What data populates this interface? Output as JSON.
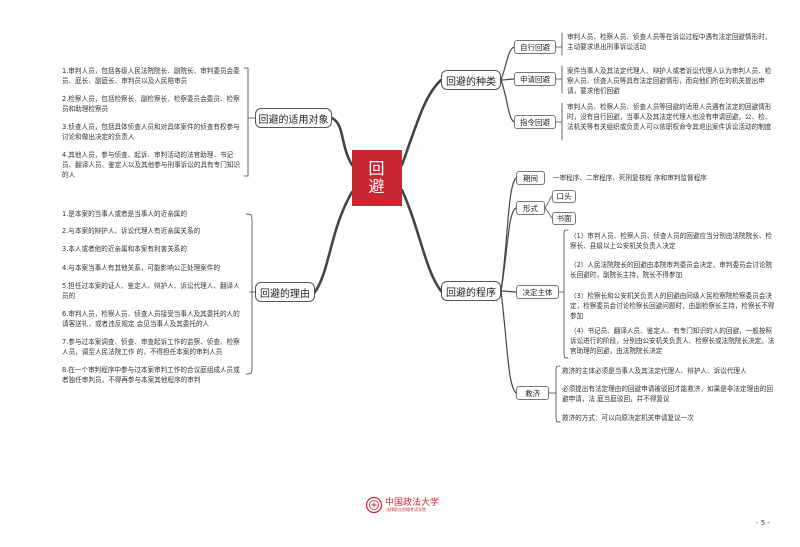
{
  "center": {
    "line1": "回",
    "line2": "避"
  },
  "branches": {
    "types": {
      "label": "回避的种类",
      "items": [
        {
          "label": "自行回避",
          "desc": "审判人员、检察人员、侦查人员等在诉讼过程中遇有法定回避情形时，主动要求退出刑事诉讼活动"
        },
        {
          "label": "申请回避",
          "desc": "案件当事人及其法定代理人、辩护人或者诉讼代理人认为审判人员、检察人员、侦查人员等具有法定回避情形，而向他们所在的机关提出申请，要求他们回避"
        },
        {
          "label": "指令回避",
          "desc": "审判人员、检察人员、侦查人员等回避的适用人员遇有法定的回避情形时，没有自行回避，当事人及其法定代理人也没有申请回避，公、检、法机关等有关组织或负责人可以依职权命令其退出案件诉讼活动的制度"
        }
      ]
    },
    "scope": {
      "label": "回避的适用对象",
      "items": [
        "1.审判人员，包括各级人民法院院长、副院长、审判委员会委员、庭长、副庭长、审判员以及人民陪审员",
        "2.检察人员，包括检察长、副检察长、检察委员会委员、检察员和助理检察员",
        "3.侦查人员，包括具体侦查人员和对具体案件的侦查有权参与讨论和做出决定的负责人",
        "4.其他人员，参与侦查、起诉、审判活动的法官助理、书记员、翻译人员、鉴定人以及其他参与刑事诉讼的具有专门知识的人"
      ]
    },
    "reasons": {
      "label": "回避的理由",
      "items": [
        "1.是本案的当事人或者是当事人的近亲属的",
        "2.与本案的辩护人、诉讼代理人有近亲属关系的",
        "3.本人或者他的近亲属和本案有利害关系的",
        "4.与本案当事人有其他关系，可能影响公正处理案件的",
        "5.担任过本案的证人、鉴定人、辩护人、诉讼代理人、翻译人员的",
        "6.审判人员，检察人员、侦查人员接受当事人及其委托的人的请客送礼，或者违反规定 会见当事人及其委托的人",
        "7.参与过本案调查、侦查、审查起诉工作的监察、侦查、检察人员，调至人民法院工作 的，不得担任本案的审判人员",
        "8.在一个审判程序中参与过本案审判工作的合议庭组成人员或者独任审判员，不得再参与本案其他程序的审判"
      ]
    },
    "procedure": {
      "label": "回避的程序",
      "period": {
        "label": "期间",
        "desc": "一审程序、二审程序、死刑复核程 序和审判监督程序"
      },
      "form": {
        "label": "形式",
        "options": [
          "口头",
          "书面"
        ]
      },
      "decider": {
        "label": "决定主体",
        "items": [
          "（1）审判人员、检察人员、侦查人员的回避应当分别由法院院长、检察长、县级以上公安机关负责人决定",
          "（2）人民法院院长的回避由本院审判委员会决定，审判委员会讨论院长回避时，副院长主持，院长不得参加",
          "（3）检察长和公安机关负责人的回避由同级人民检察院检察委员会决定，检察委员会讨论检察长回避问题时，由副检察长主持，检察长不得参加",
          "（4）书记员、翻译人员、鉴定人、有专门知识的人的回避，一般按照诉讼进行的阶段，分别由公安机关负责人、检察长或法院院长决定。法官助理的回避，由法院院长决定"
        ]
      },
      "remedy": {
        "label": "救济",
        "items": [
          "救济的主体必须是当事人及其法定代理人、辩护人、诉讼代理人",
          "必须提出有法定理由的回避申请被驳回才能救济，如果是非法定理由的回避申请，法 庭当庭驳回，并不得复议",
          "救济的方式：可以向原决定机关申请复议一次"
        ]
      }
    }
  },
  "footer": {
    "logo_text": "中国政法大学",
    "logo_sub": "法律职业资格考试学院",
    "page": "- 5 -"
  },
  "colors": {
    "accent": "#c8272f",
    "line": "#444444"
  }
}
